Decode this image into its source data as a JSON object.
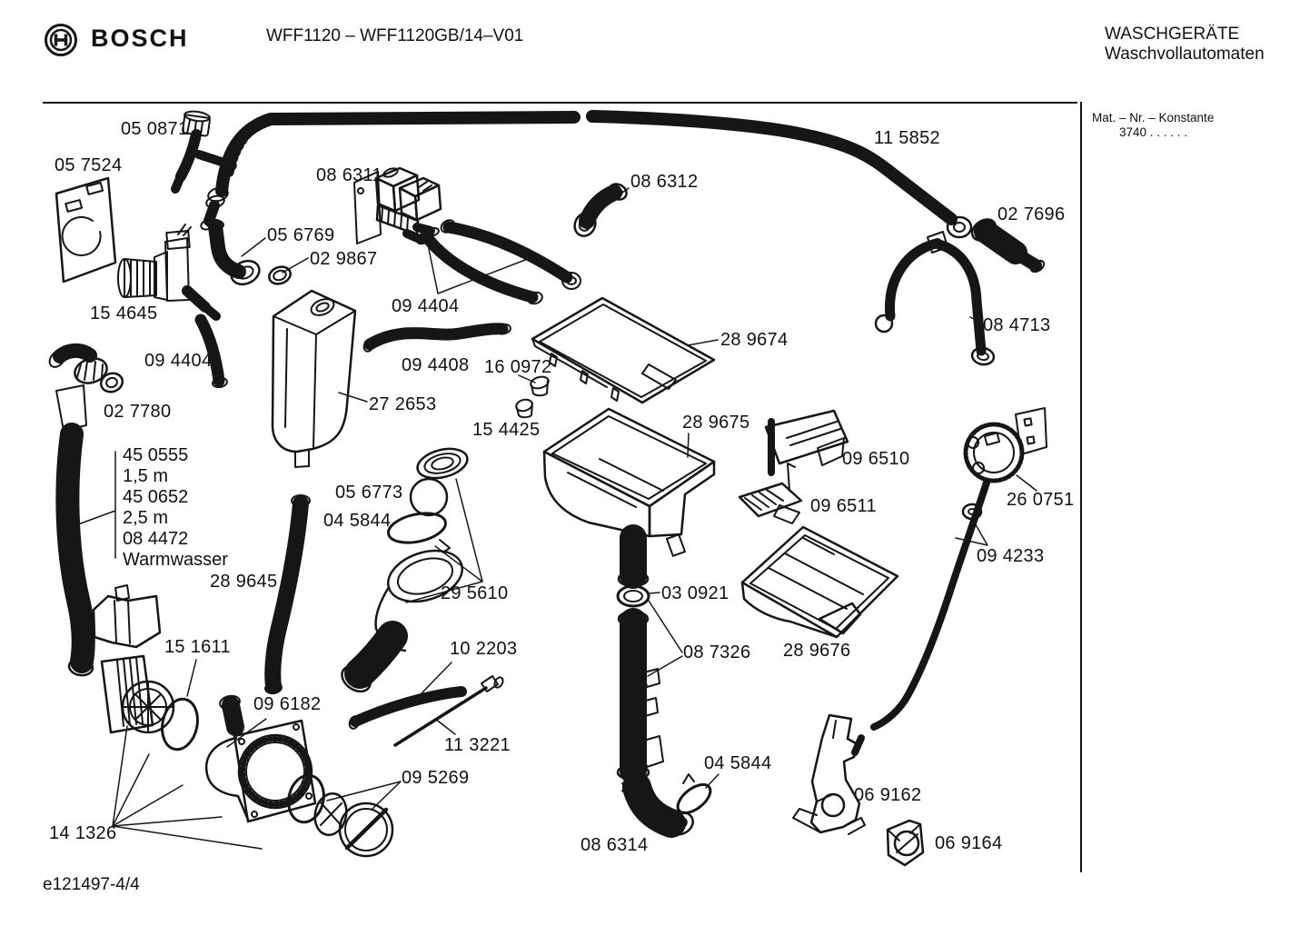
{
  "header": {
    "brand": "BOSCH",
    "title": "WFF1120 – WFF1120GB/14–V01",
    "department_line1": "WASCHGERÄTE",
    "department_line2": "Waschvollautomaten"
  },
  "info_box": {
    "line1": "Mat. – Nr. – Konstante",
    "line2": "3740 .  .   .  .  .  ."
  },
  "footer": {
    "doc_ref": "e121497-4/4"
  },
  "hose_note": {
    "lines": [
      "45 0555",
      "1,5 m",
      "45 0652",
      "2,5 m",
      "08 4472",
      "Warmwasser"
    ]
  },
  "colors": {
    "ink": "#161616",
    "paper": "#ffffff"
  },
  "parts": [
    {
      "label": "05 0871"
    },
    {
      "label": "05 7524"
    },
    {
      "label": "08 6311"
    },
    {
      "label": "08 6312"
    },
    {
      "label": "11 5852"
    },
    {
      "label": "02 7696"
    },
    {
      "label": "05 6769"
    },
    {
      "label": "02 9867"
    },
    {
      "label": "15 4645"
    },
    {
      "label": "09 4404"
    },
    {
      "label": "08 4713"
    },
    {
      "label": "09 4404"
    },
    {
      "label": "09 4408"
    },
    {
      "label": "16 0972"
    },
    {
      "label": "28 9674"
    },
    {
      "label": "02 7780"
    },
    {
      "label": "27 2653"
    },
    {
      "label": "15 4425"
    },
    {
      "label": "28 9675"
    },
    {
      "label": "09 6510"
    },
    {
      "label": "09 6511"
    },
    {
      "label": "26 0751"
    },
    {
      "label": "05 6773"
    },
    {
      "label": "04 5844"
    },
    {
      "label": "09 4233"
    },
    {
      "label": "28 9645"
    },
    {
      "label": "29 5610"
    },
    {
      "label": "03 0921"
    },
    {
      "label": "15 1611"
    },
    {
      "label": "10 2203"
    },
    {
      "label": "08 7326"
    },
    {
      "label": "28 9676"
    },
    {
      "label": "09 6182"
    },
    {
      "label": "11 3221"
    },
    {
      "label": "04 5844"
    },
    {
      "label": "09 5269"
    },
    {
      "label": "06 9162"
    },
    {
      "label": "08 6314"
    },
    {
      "label": "06 9164"
    },
    {
      "label": "14 1326"
    }
  ]
}
